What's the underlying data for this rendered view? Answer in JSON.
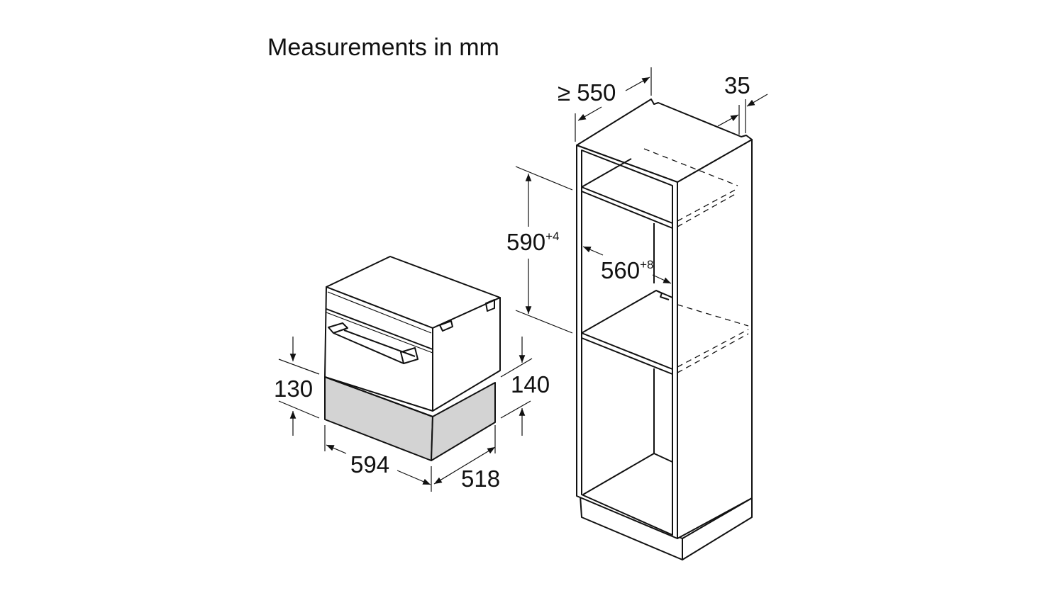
{
  "title": "Measurements in mm",
  "dimensions": {
    "cabinet_depth": "≥ 550",
    "cabinet_back_gap": "35",
    "niche_height": "590",
    "niche_height_tolerance": "+4",
    "niche_width": "560",
    "niche_width_tolerance": "+8",
    "drawer_height_front": "130",
    "drawer_height_side": "140",
    "drawer_width": "594",
    "drawer_depth": "518"
  },
  "colors": {
    "drawer_fill": "#d3d3d3",
    "line": "#111111"
  }
}
